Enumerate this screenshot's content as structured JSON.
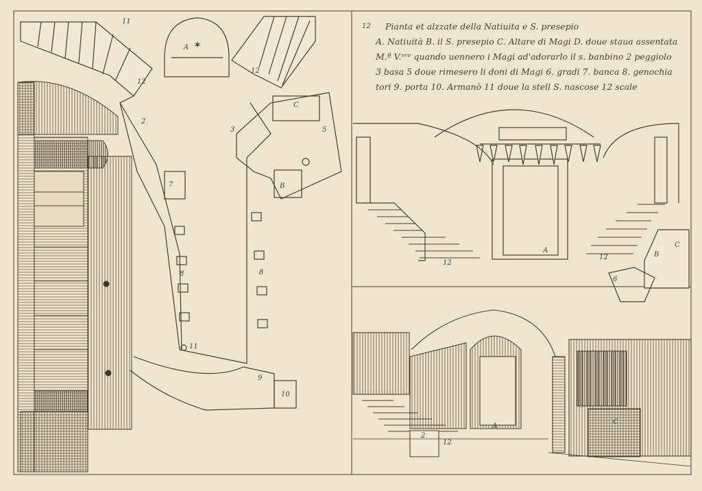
{
  "legend": {
    "number": "12",
    "title": "Pianta et alzzate della Natiuita e S. presepio",
    "line1": "A. Natiuità B. il S. presepio C. Altare di Magi D. doue staua assentata",
    "line2": "M.ª V.ᵉʳᵉ quando uennero i Magi ad'adorarlo il s. banbino 2 peggiolo",
    "line3": "3 basa 5 doue rimesero li doni di Magi 6. gradi 7. banca 8. genochia",
    "line4": "tori 9. porta 10. Armanò 11 doue la stell S. nascose 12 scale"
  },
  "plan_labels": {
    "l11_top": "11",
    "lA": "A",
    "l12_left": "12",
    "l12_right": "12",
    "lC": "C",
    "l3": "3",
    "l5": "5",
    "l2": "2",
    "l7": "7",
    "lB": "B",
    "l8_left": "8",
    "l8_right": "8",
    "l11_bottom": "11",
    "l9": "9",
    "l10": "10"
  },
  "elevation_labels": {
    "lA": "A",
    "l12_left": "12",
    "l12_right": "12",
    "lB": "B",
    "lC": "C",
    "l6": "6"
  },
  "perspective_labels": {
    "lA": "A",
    "lC": "C",
    "l2": "2",
    "l12": "12"
  }
}
